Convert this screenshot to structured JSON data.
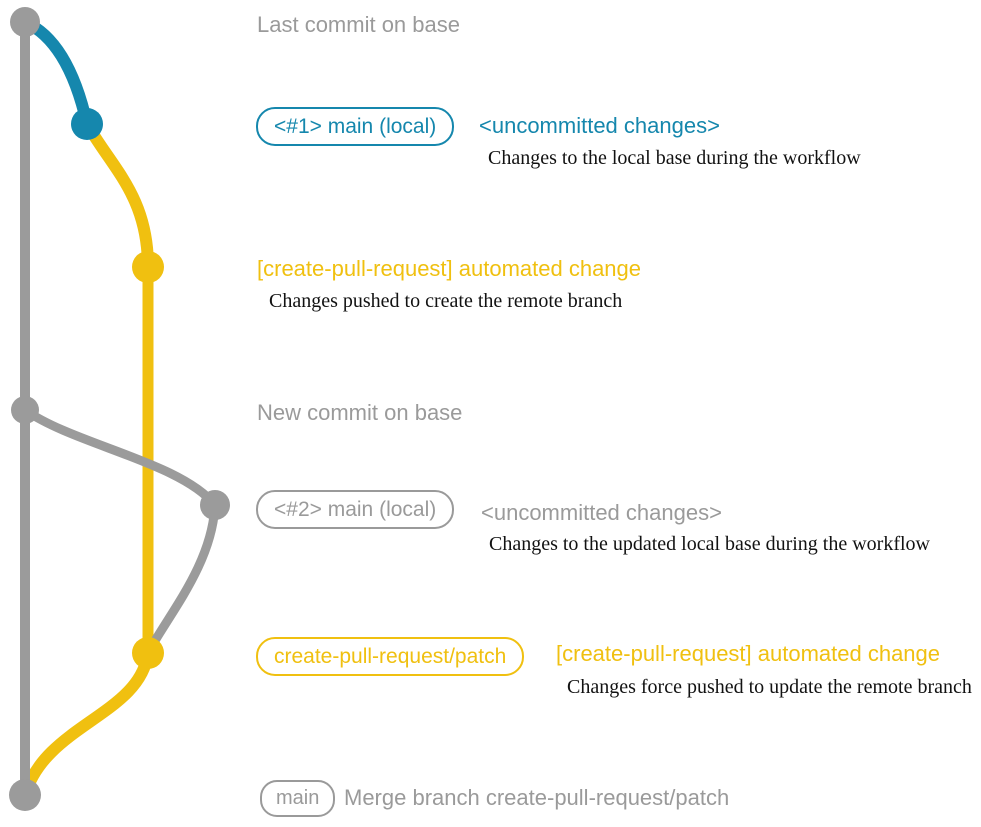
{
  "colors": {
    "blue": "#1587ad",
    "yellow": "#f0c010",
    "gray": "#9b9b9b",
    "text_gray": "#9a9a9a",
    "caption": "#121212"
  },
  "annotations": {
    "last_commit": "Last commit on base",
    "new_commit": "New commit on base"
  },
  "entries": [
    {
      "badge": "<#1> main (local)",
      "heading": "<uncommitted changes>",
      "caption": "Changes to the local base during the workflow"
    },
    {
      "heading": "[create-pull-request] automated change",
      "caption": "Changes pushed to create the remote branch"
    },
    {
      "badge": "<#2> main (local)",
      "heading": "<uncommitted changes>",
      "caption": "Changes to the updated local base during the workflow"
    },
    {
      "badge": "create-pull-request/patch",
      "heading": "[create-pull-request] automated change",
      "caption": "Changes force pushed to update the remote branch"
    },
    {
      "badge": "main",
      "heading": "Merge branch create-pull-request/patch"
    }
  ],
  "graph": {
    "branches": [
      {
        "name": "base",
        "color_key": "gray"
      },
      {
        "name": "main-local",
        "color_key": "blue"
      },
      {
        "name": "create-pull-request/patch",
        "color_key": "yellow"
      }
    ],
    "commit_count": 7
  }
}
